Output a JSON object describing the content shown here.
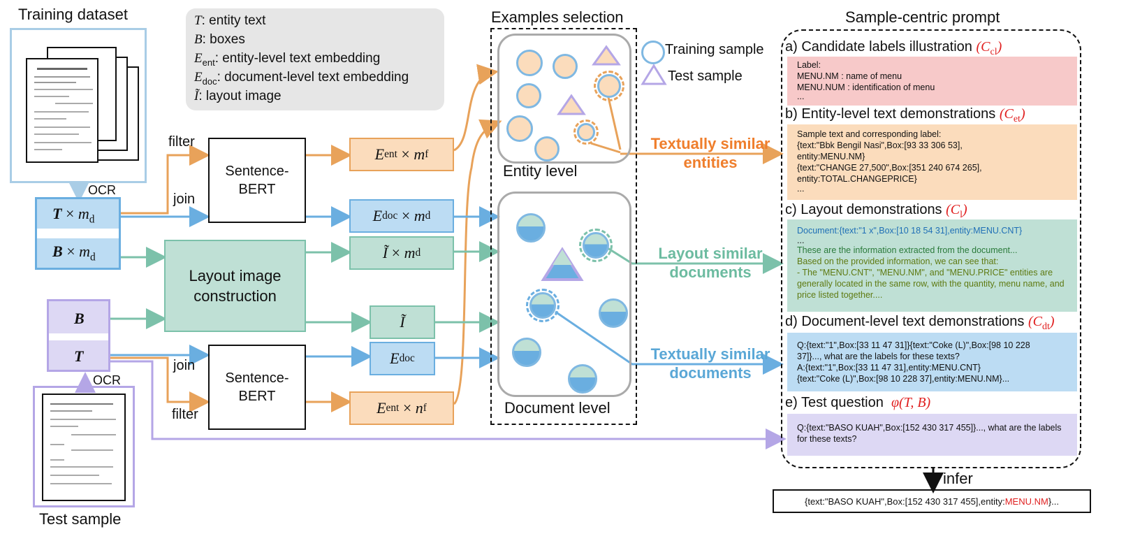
{
  "titles": {
    "training_dataset": "Training dataset",
    "examples_selection": "Examples selection",
    "sample_centric_prompt": "Sample-centric  prompt",
    "test_sample": "Test sample"
  },
  "legend": {
    "t_sym": "T",
    "t_desc": ": entity text",
    "b_sym": "B",
    "b_desc": ": boxes",
    "eent_sym": "E",
    "eent_sub": "ent",
    "eent_desc": ": entity-level text embedding",
    "edoc_sym": "E",
    "edoc_sub": "doc",
    "edoc_desc": ": document-level text embedding",
    "i_sym": "Ĩ",
    "i_desc": ": layout image"
  },
  "flow": {
    "ocr": "OCR",
    "filter": "filter",
    "join": "join",
    "sentence_bert": "Sentence-BERT",
    "layout_image_construction": "Layout image construction",
    "T": "T",
    "B": "B",
    "times": "×",
    "m_d": "m",
    "m_d_sub": "d",
    "m_f_sub": "f",
    "n_f": "n"
  },
  "selection": {
    "entity_level": "Entity level",
    "document_level": "Document level",
    "training_sample": "Training sample",
    "test_sample": "Test sample",
    "textually_similar_entities": "Textually similar entities",
    "layout_similar_documents": "Layout similar documents",
    "textually_similar_documents": "Textually similar documents"
  },
  "prompt": {
    "a_title": "a) Candidate labels illustration",
    "a_sym": "C",
    "a_sub": "cl",
    "a_lines": [
      "Label:",
      "MENU.NM : name of menu",
      "MENU.NUM : identification of menu",
      "..."
    ],
    "b_title": "b) Entity-level text demonstrations",
    "b_sym": "C",
    "b_sub": "et",
    "b_lines": [
      "Sample text and corresponding label:",
      "{text:\"Bbk Bengil Nasi\",Box:[93 33 306 53],",
      "entity:MENU.NM}",
      "{text:\"CHANGE 27,500\",Box:[351 240 674 265],",
      "entity:TOTAL.CHANGEPRICE}",
      "..."
    ],
    "c_title": "c) Layout demonstrations",
    "c_sym": "C",
    "c_sub": "l",
    "c_line1": "Document:{text:\"1 x\",Box:[10 18 54 31],entity:MENU.CNT}",
    "c_line2": "...",
    "c_line3": "These are the information extracted from the document...",
    "c_line4": "Based on the provided information, we can see that:",
    "c_line5": "- The \"MENU.CNT\", \"MENU.NM\", and \"MENU.PRICE\" entities are generally located in the same row, with the quantity, menu name, and price listed together....",
    "d_title": "d) Document-level text demonstrations",
    "d_sym": "C",
    "d_sub": "dt",
    "d_lines": [
      "Q:{text:\"1\",Box:[33 11 47 31]}{text:\"Coke (L)\",Box:[98 10 228",
      "37]}..., what are the labels for these texts?",
      "A:{text:\"1\",Box:[33 11 47 31],entity:MENU.CNT}",
      "{text:\"Coke (L)\",Box:[98 10 228 37],entity:MENU.NM}..."
    ],
    "e_title": "e) Test question",
    "e_formula": "φ(T, B)",
    "e_text": "Q:{text:\"BASO KUAH\",Box:[152 430 317 455]}..., what are the labels for these texts?"
  },
  "output": {
    "infer": "infer",
    "prefix": "{text:\"BASO KUAH\",Box:[152 430 317 455],entity:",
    "label": "MENU.NM",
    "suffix": "}..."
  },
  "colors": {
    "orange": "#e8a25a",
    "orange_fill": "#fbdcbc",
    "blue": "#6aaee0",
    "blue_fill": "#bcdcf3",
    "teal": "#7cc1aa",
    "teal_fill": "#bfe0d5",
    "purple": "#b4a6e6",
    "purple_fill": "#ddd8f4",
    "red": "#e02020",
    "text_orange": "#ef7e2c",
    "text_teal": "#6cbba0",
    "text_blue": "#5aa7d6"
  }
}
